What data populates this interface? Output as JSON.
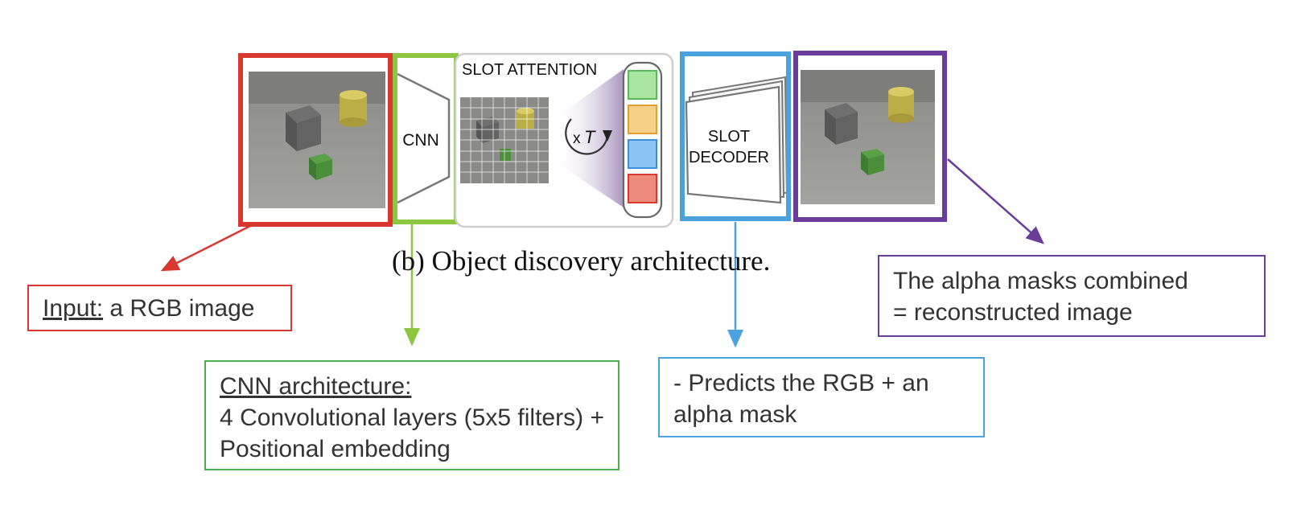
{
  "diagram": {
    "slot_attention_label": "SLOT ATTENTION",
    "cnn_label": "CNN",
    "iter_x": "x",
    "iter_t": "T",
    "slot_decoder_line1": "SLOT",
    "slot_decoder_line2": "DECODER",
    "slot_colors": [
      "#a8e6a0",
      "#f6cf88",
      "#8ec3f5",
      "#ee8c7c"
    ]
  },
  "caption": "(b) Object discovery architecture.",
  "annotations": {
    "input": {
      "title": "Input:",
      "text": " a RGB image",
      "color": "#d8382f"
    },
    "cnn": {
      "title": "CNN architecture:",
      "text": "4 Convolutional layers (5x5 filters) + Positional embedding",
      "color": "#4caf50"
    },
    "decoder": {
      "text": "- Predicts the RGB + an alpha mask",
      "color": "#4aa3df"
    },
    "alpha": {
      "line1": "The alpha masks combined",
      "line2": "= reconstructed image",
      "color": "#6a3d9a"
    }
  }
}
